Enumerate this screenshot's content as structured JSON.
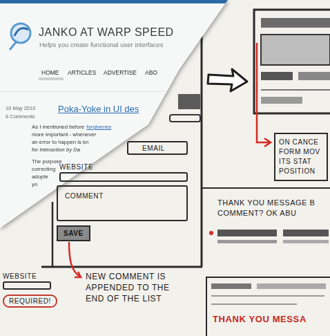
{
  "diagram": {
    "nodes": [
      {
        "text": [
          "EMAIL"
        ]
      },
      {
        "text": [
          "WEBSITE"
        ]
      },
      {
        "text": [
          "COMMENT"
        ]
      },
      {
        "text": [
          "SAVE"
        ]
      },
      {
        "text": [
          "ON CANCE FORM MOV ITS STAT POSITION"
        ]
      },
      {
        "text": [
          "WEBSITE"
        ]
      },
      {
        "text": [
          "REQUIRED!"
        ]
      },
      {
        "text": [
          "THANK YOU MESSA"
        ]
      }
    ],
    "labels": [
      "JANKO AT WARP SPEED",
      "Helps you create functional user interfaces",
      "HOME",
      "ARTICLES",
      "ADVERTISE",
      "ABO",
      "10 May 2010",
      "6 Comments",
      "Poka-Yoke in UI des",
      "As I mentioned before",
      "forgivenes",
      "more important - whenever",
      "an error to happen is kn",
      "for Interaction by Da",
      "The purpose",
      "correcting",
      "adopte",
      "yo",
      "NEW COMMENT IS APPENDED TO THE END OF THE LIST",
      "THANK YOU MESSAGE B COMMENT? OK ABU"
    ]
  }
}
